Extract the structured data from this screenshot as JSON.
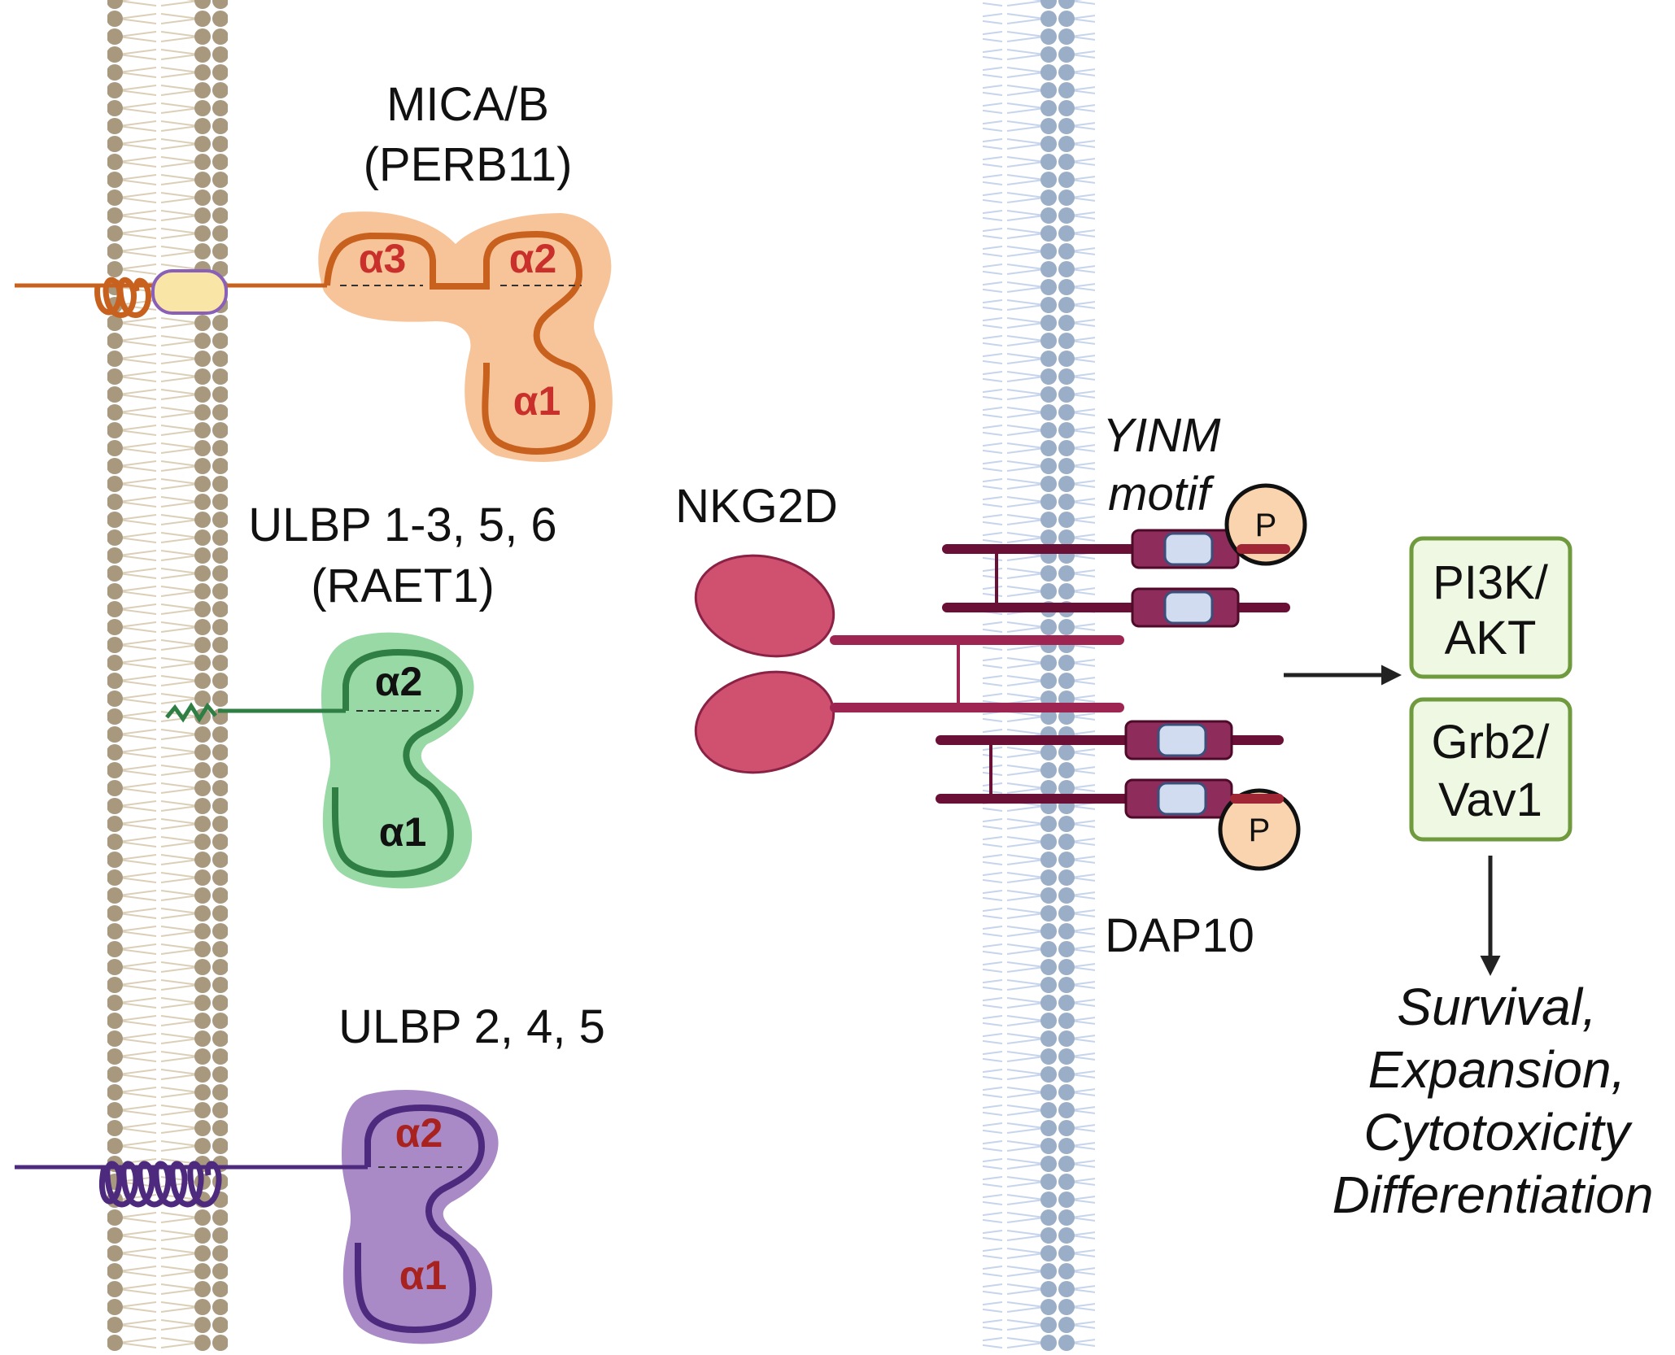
{
  "ligands": {
    "mica": {
      "name": "MICA/B",
      "alias": "(PERB11)",
      "domains": [
        "α3",
        "α2",
        "α1"
      ]
    },
    "ulbp_raet1": {
      "name": "ULBP 1-3, 5, 6",
      "alias": "(RAET1)",
      "domains": [
        "α2",
        "α1"
      ]
    },
    "ulbp_245": {
      "name": "ULBP 2, 4, 5",
      "domains": [
        "α2",
        "α1"
      ]
    }
  },
  "receptor": {
    "name": "NKG2D",
    "adaptor": "DAP10",
    "motif_line1": "YINM",
    "motif_line2": "motif",
    "phospho": "P"
  },
  "signaling": {
    "box1_line1": "PI3K/",
    "box1_line2": "AKT",
    "box2_line1": "Grb2/",
    "box2_line2": "Vav1"
  },
  "outcomes": [
    "Survival,",
    "Expansion,",
    "Cytotoxicity",
    "Differentiation"
  ],
  "colors": {
    "left_membrane": "#a8987e",
    "right_membrane": "#9aaec8",
    "mica": "#f7c49a",
    "mica_strand": "#c8611e",
    "ulbp_raet1": "#98d9a6",
    "ulbp_raet1_strand": "#2f7f44",
    "ulbp_245": "#a98ac6",
    "ulbp_245_strand": "#4e2a7e",
    "domain_label_red": "#c9302c",
    "nkg2d": "#d05070",
    "dap10": "#6a0f35",
    "phospho": "#f9d4ae",
    "box_fill": "#eef8e2",
    "box_border": "#6f9a3e"
  }
}
